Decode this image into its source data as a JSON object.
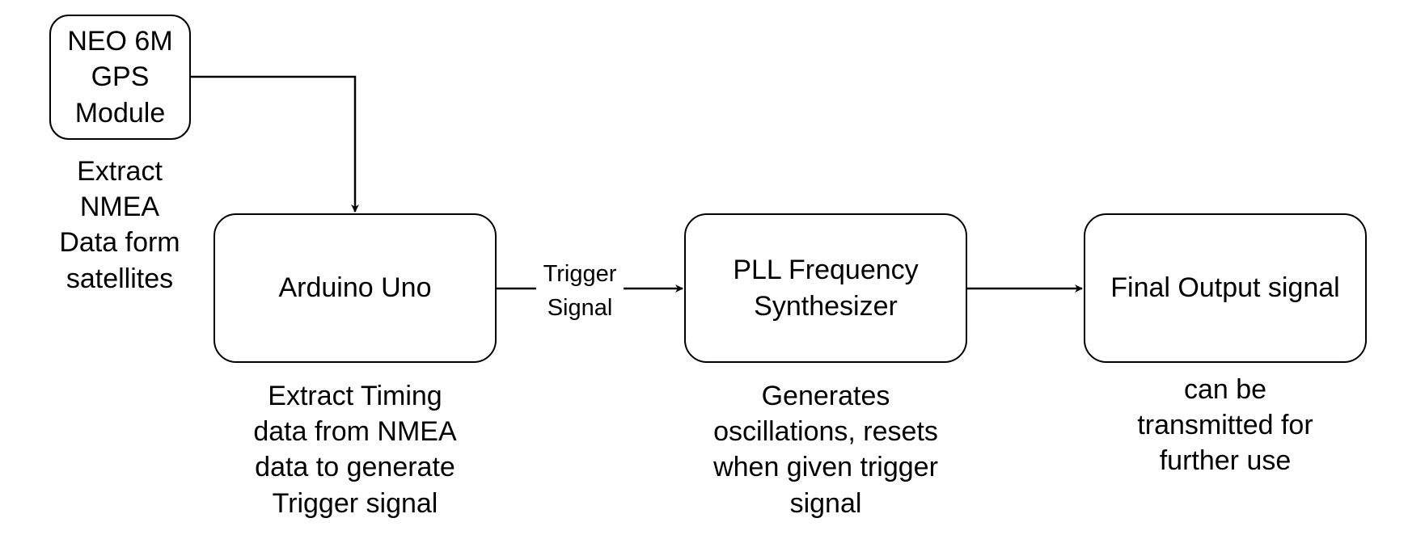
{
  "nodes": {
    "gps": {
      "label": "NEO 6M\nGPS\nModule",
      "caption": "Extract\nNMEA\nData form\nsatellites"
    },
    "arduino": {
      "label": "Arduino Uno",
      "caption": "Extract Timing\ndata from NMEA\ndata to generate\nTrigger signal"
    },
    "pll": {
      "label": "PLL Frequency\nSynthesizer",
      "caption": "Generates\noscillations, resets\nwhen given trigger\nsignal"
    },
    "final": {
      "label": "Final Output signal",
      "caption": "can be\ntransmitted for\nfurther use"
    }
  },
  "edges": [
    {
      "from": "gps",
      "to": "arduino",
      "label": ""
    },
    {
      "from": "arduino",
      "to": "pll",
      "label": "Trigger\nSignal"
    },
    {
      "from": "pll",
      "to": "final",
      "label": ""
    }
  ],
  "colors": {
    "stroke": "#000000",
    "background": "#ffffff",
    "text": "#000000"
  }
}
